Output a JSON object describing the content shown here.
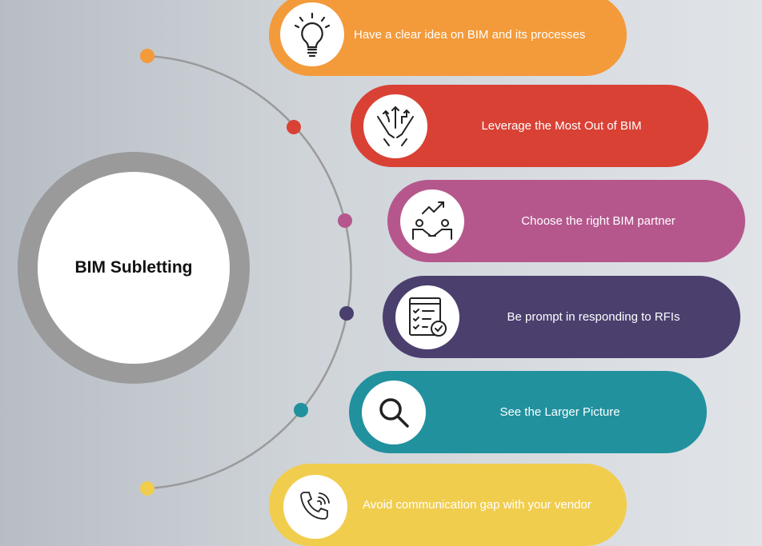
{
  "hub": {
    "title": "BIM Subletting"
  },
  "items": [
    {
      "label": "Have a clear idea on BIM and its processes",
      "icon": "lightbulb-icon",
      "color": "#f39a3a"
    },
    {
      "label": "Leverage the Most Out of BIM",
      "icon": "hands-arrows-icon",
      "color": "#d94135"
    },
    {
      "label": "Choose the right BIM partner",
      "icon": "handshake-growth-icon",
      "color": "#b5578d"
    },
    {
      "label": "Be prompt in responding to RFIs",
      "icon": "checklist-icon",
      "color": "#4b3f6e"
    },
    {
      "label": "See the Larger Picture",
      "icon": "search-icon",
      "color": "#21919e"
    },
    {
      "label": "Avoid communication gap with your vendor",
      "icon": "phone-icon",
      "color": "#f1cd4e"
    }
  ]
}
